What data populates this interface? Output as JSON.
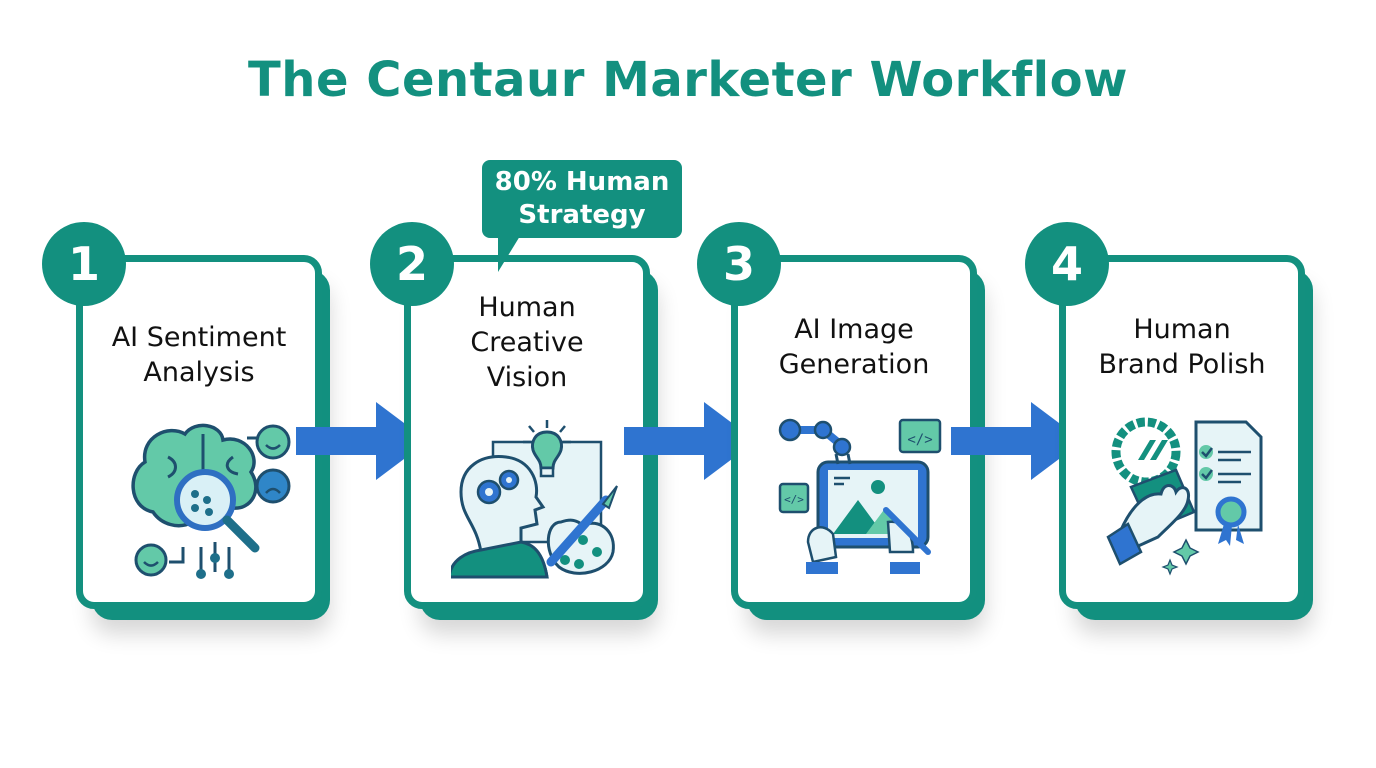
{
  "title": "The Centaur Marketer Workflow",
  "callout": {
    "line1": "80% Human",
    "line2": "Strategy",
    "attached_to_step": 2
  },
  "colors": {
    "teal": "#13907f",
    "blue_arrow": "#2f74d0",
    "icon_green": "#5cc7a6",
    "icon_dark": "#1e4f6e"
  },
  "steps": [
    {
      "number": "1",
      "label_lines": [
        "AI Sentiment",
        "Analysis"
      ],
      "icon": "brain-magnifier-sentiment-icon"
    },
    {
      "number": "2",
      "label_lines": [
        "Human",
        "Creative",
        "Vision"
      ],
      "icon": "human-lightbulb-palette-icon"
    },
    {
      "number": "3",
      "label_lines": [
        "AI Image",
        "Generation"
      ],
      "icon": "robot-arm-tablet-icon"
    },
    {
      "number": "4",
      "label_lines": [
        "Human",
        "Brand Polish"
      ],
      "icon": "hand-polish-certificate-icon"
    }
  ],
  "arrows": [
    "arrow-right-icon",
    "arrow-right-icon",
    "arrow-right-icon"
  ]
}
